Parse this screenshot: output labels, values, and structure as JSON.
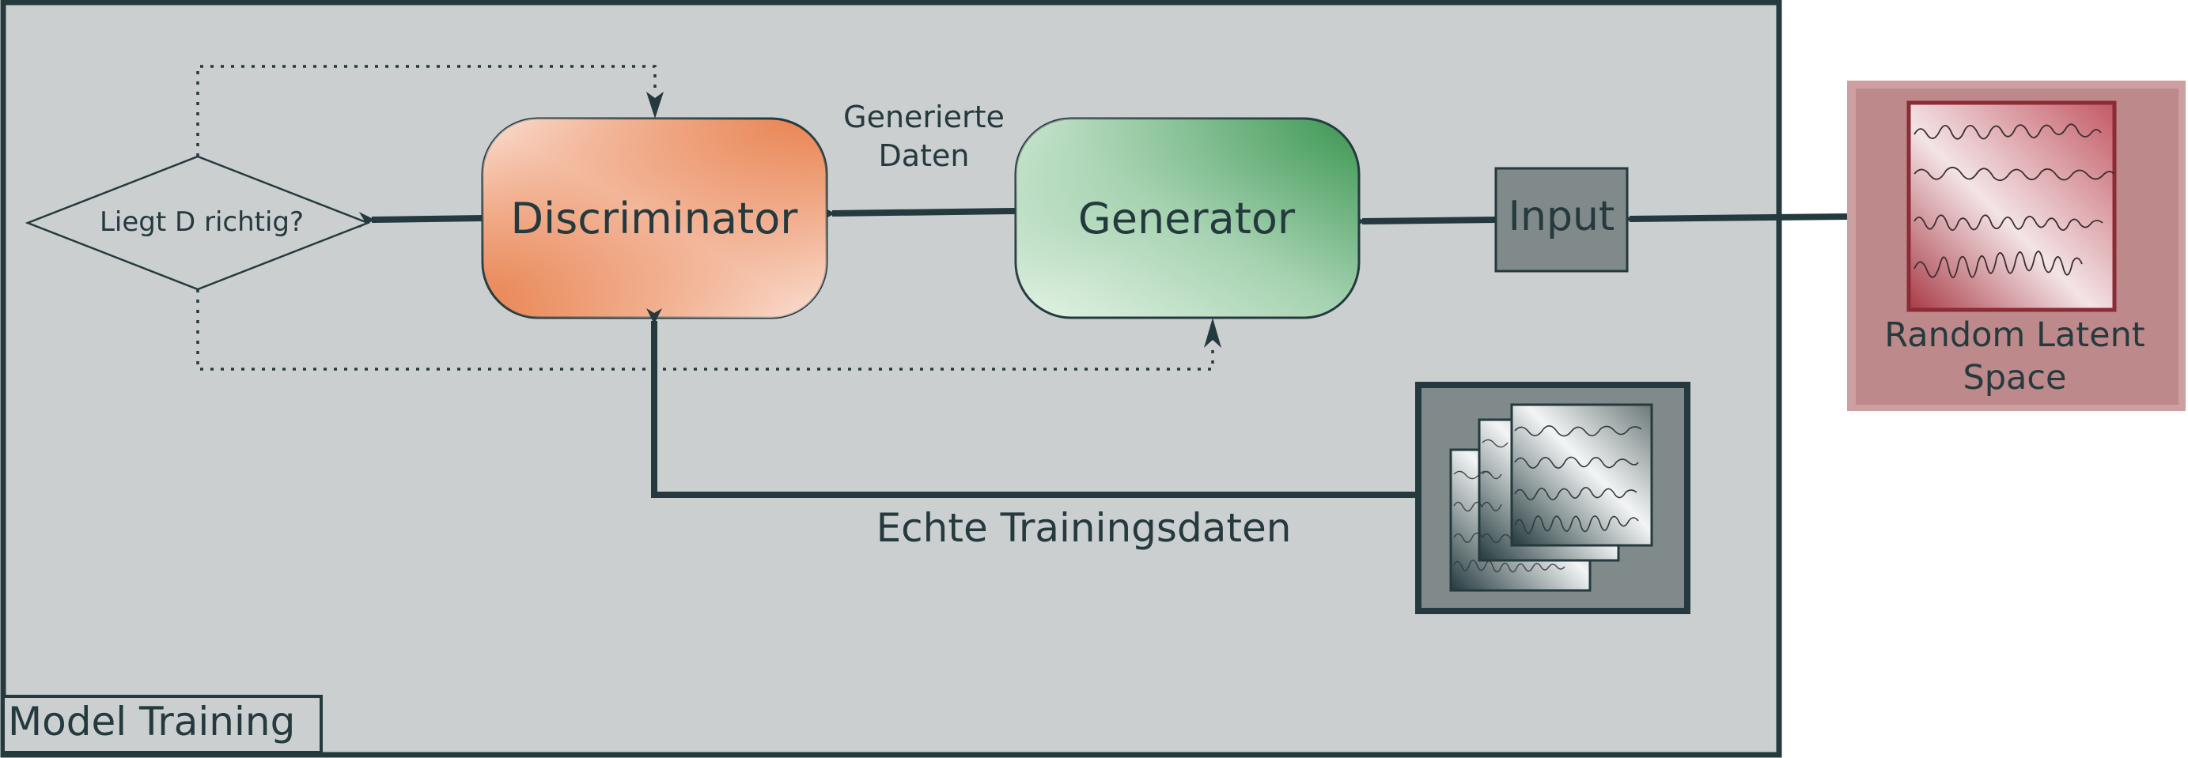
{
  "frame": {
    "title": "Model Training"
  },
  "nodes": {
    "discriminator": "Discriminator",
    "generator": "Generator",
    "input": "Input",
    "decision": "Liegt D richtig?",
    "latent_space": [
      "Random Latent",
      "Space"
    ]
  },
  "edges": {
    "generated_data": [
      "Generierte",
      "Daten"
    ],
    "real_data": "Echte Trainingsdaten"
  },
  "colors": {
    "frame_border": "#243a3e",
    "frame_fill": "#cbcfd0",
    "discriminator_dark": "#e8824f",
    "discriminator_light": "#fbe8df",
    "generator_dark": "#3a9551",
    "generator_light": "#e4f3e6",
    "input_fill": "#808a8a",
    "latent_outer": "#cd9fa1",
    "latent_inner": "#bd898b",
    "latent_dark": "#a83a45",
    "latent_light": "#f3e4e6",
    "training_box": "#808a8a"
  }
}
